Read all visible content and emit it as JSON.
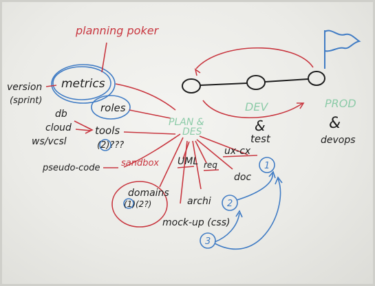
{
  "palette": {
    "red": "#c8363f",
    "blue": "#3f7bc4",
    "black": "#1c1c1c",
    "green": "#8ccba8",
    "board": "#efefec"
  },
  "labels": {
    "planning_poker": "planning poker",
    "metrics": "metrics",
    "version": "version",
    "sprint": "(sprint)",
    "roles": "roles",
    "db": "db",
    "cloud": "cloud",
    "ws_vcsl": "ws/vcsl",
    "tools": "tools",
    "tools_num": "(2)???",
    "pseudo_code": "pseudo-code",
    "sandbox": "sandbox",
    "plan": "PLAN &",
    "des": "DES",
    "uml": "UML",
    "req": "req",
    "ux_cx": "ux-cx",
    "doc": "doc",
    "domains": "domains",
    "domains_num": "(1)(2?)",
    "archi": "archi",
    "mockup": "mock-up (css)",
    "dev": "DEV",
    "amp1": "&",
    "test": "test",
    "prod": "PROD",
    "amp2": "&",
    "devops": "devops",
    "num1": "1",
    "num2": "2",
    "num3": "3"
  }
}
